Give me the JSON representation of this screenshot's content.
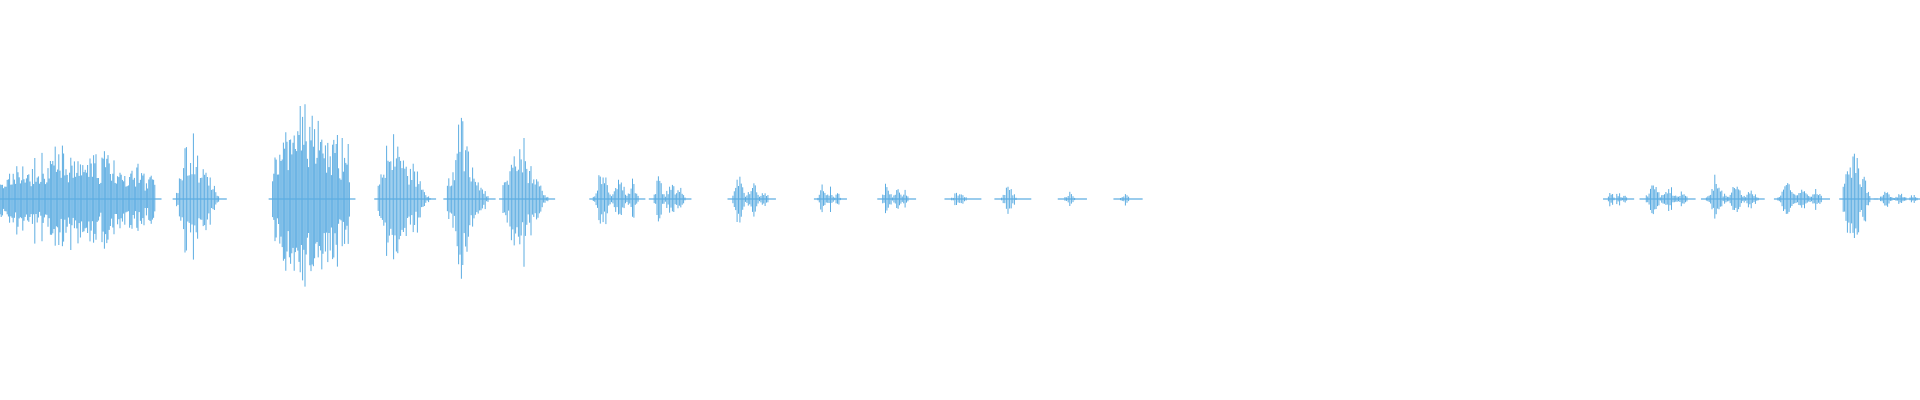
{
  "waveform": {
    "color": "#5dade2",
    "background": "#ffffff",
    "segments": [
      {
        "start": 0.0,
        "end": 0.081,
        "peak": 0.28,
        "style": "dense"
      },
      {
        "start": 0.092,
        "end": 0.115,
        "peak": 0.38,
        "style": "burst"
      },
      {
        "start": 0.142,
        "end": 0.182,
        "peak": 0.52,
        "style": "dense"
      },
      {
        "start": 0.197,
        "end": 0.224,
        "peak": 0.48,
        "style": "burst"
      },
      {
        "start": 0.233,
        "end": 0.255,
        "peak": 0.44,
        "style": "burst"
      },
      {
        "start": 0.262,
        "end": 0.286,
        "peak": 0.42,
        "style": "burst"
      },
      {
        "start": 0.309,
        "end": 0.333,
        "peak": 0.28,
        "style": "sparse"
      },
      {
        "start": 0.34,
        "end": 0.357,
        "peak": 0.22,
        "style": "sparse"
      },
      {
        "start": 0.381,
        "end": 0.401,
        "peak": 0.18,
        "style": "sparse"
      },
      {
        "start": 0.426,
        "end": 0.438,
        "peak": 0.14,
        "style": "sparse"
      },
      {
        "start": 0.459,
        "end": 0.474,
        "peak": 0.14,
        "style": "sparse"
      },
      {
        "start": 0.494,
        "end": 0.508,
        "peak": 0.06,
        "style": "blip"
      },
      {
        "start": 0.52,
        "end": 0.534,
        "peak": 0.08,
        "style": "blip"
      },
      {
        "start": 0.553,
        "end": 0.563,
        "peak": 0.05,
        "style": "blip"
      },
      {
        "start": 0.582,
        "end": 0.592,
        "peak": 0.04,
        "style": "blip"
      },
      {
        "start": 0.837,
        "end": 0.848,
        "peak": 0.08,
        "style": "sparse"
      },
      {
        "start": 0.856,
        "end": 0.88,
        "peak": 0.14,
        "style": "sparse"
      },
      {
        "start": 0.888,
        "end": 0.916,
        "peak": 0.16,
        "style": "sparse"
      },
      {
        "start": 0.926,
        "end": 0.95,
        "peak": 0.16,
        "style": "sparse"
      },
      {
        "start": 0.96,
        "end": 0.975,
        "peak": 0.36,
        "style": "burst"
      },
      {
        "start": 0.978,
        "end": 1.0,
        "peak": 0.07,
        "style": "sparse"
      }
    ]
  }
}
